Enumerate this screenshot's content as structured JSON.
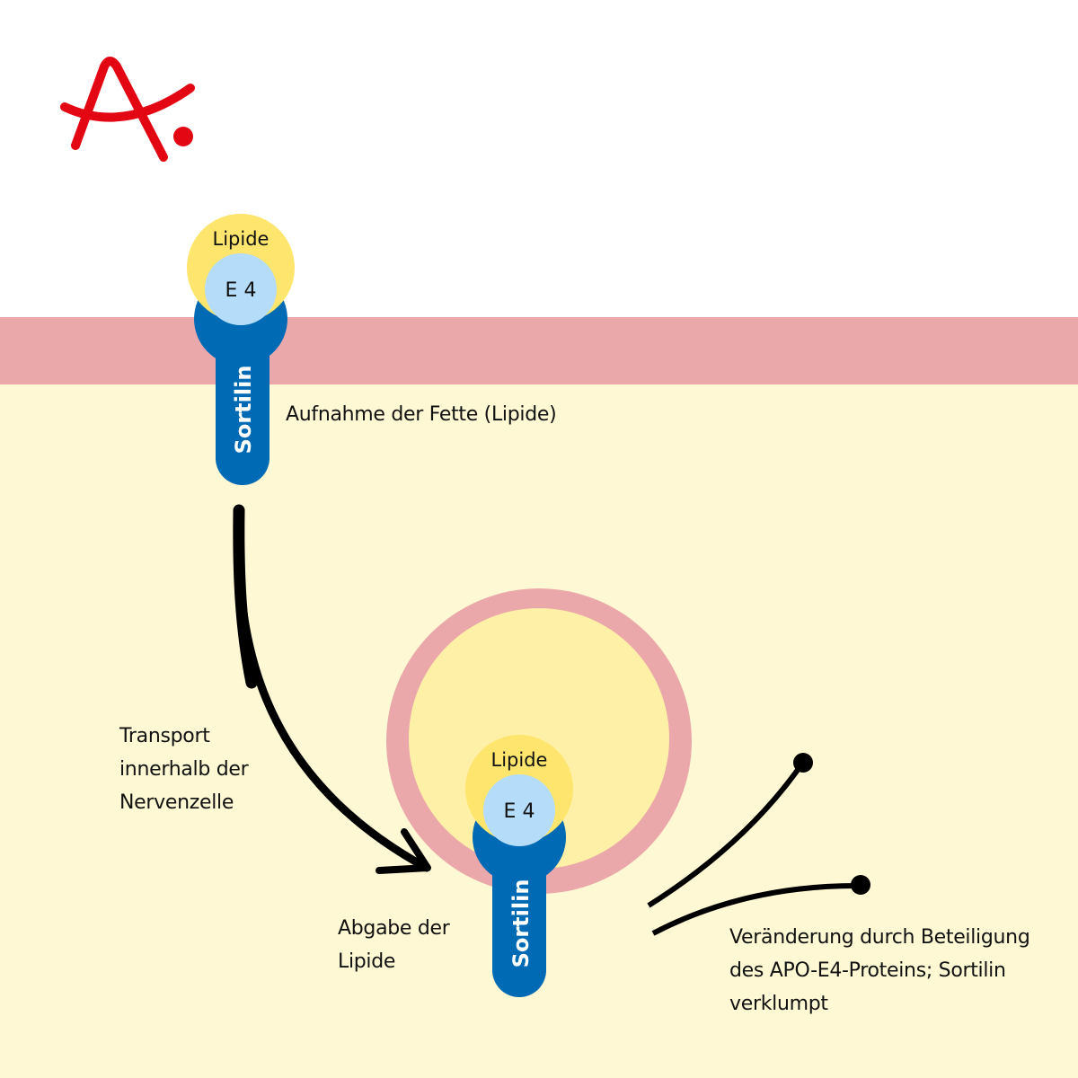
{
  "colors": {
    "background_outside": "#ffffff",
    "cytoplasm": "#fff8d4",
    "membrane": "#eba8aa",
    "vesicle_inner": "#fff0a8",
    "lipid": "#fee56e",
    "apoe4": "#b5dcf8",
    "sortilin": "#006ab5",
    "logo_red": "#e30613",
    "arrow": "#000000"
  },
  "logo": {
    "icon": "letter-a-logo-icon"
  },
  "receptor_top": {
    "lipid_label": "Lipide",
    "protein_label": "E 4",
    "receptor_label": "Sortilin"
  },
  "receptor_bottom": {
    "lipid_label": "Lipide",
    "protein_label": "E 4",
    "receptor_label": "Sortilin"
  },
  "labels": {
    "uptake": "Aufnahme der Fette (Lipide)",
    "transport": "Transport\ninnerhalb der\nNervenzelle",
    "release": "Abgabe der\nLipide",
    "change": "Veränderung durch Beteiligung\ndes APO-E4-Proteins; Sortilin\nverklumpt"
  }
}
